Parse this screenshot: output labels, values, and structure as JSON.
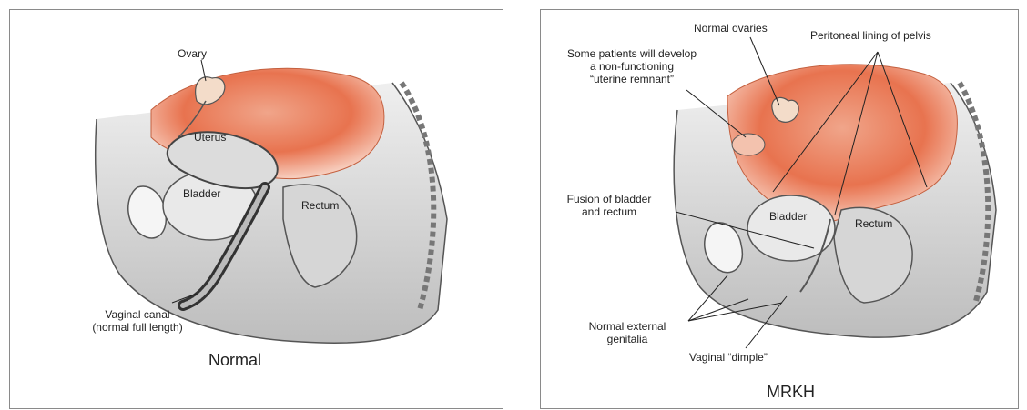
{
  "normal": {
    "caption": "Normal",
    "labels": {
      "ovary": "Ovary",
      "uterus": "Uterus",
      "bladder": "Bladder",
      "rectum": "Rectum",
      "vaginal_canal_line1": "Vaginal canal",
      "vaginal_canal_line2": "(normal full length)"
    }
  },
  "mrkh": {
    "caption": "MRKH",
    "labels": {
      "normal_ovaries": "Normal ovaries",
      "peritoneal_lining": "Peritoneal lining of pelvis",
      "uterine_remnant_line1": "Some patients will develop",
      "uterine_remnant_line2": "a non-functioning",
      "uterine_remnant_line3": "“uterine remnant”",
      "fusion_line1": "Fusion of bladder",
      "fusion_line2": "and rectum",
      "bladder": "Bladder",
      "rectum": "Rectum",
      "external_genitalia_line1": "Normal external",
      "external_genitalia_line2": "genitalia",
      "vaginal_dimple": "Vaginal “dimple”"
    }
  },
  "colors": {
    "peritoneum": "#e8734f",
    "tissue": "#d9d9d9",
    "outline": "#555555"
  }
}
